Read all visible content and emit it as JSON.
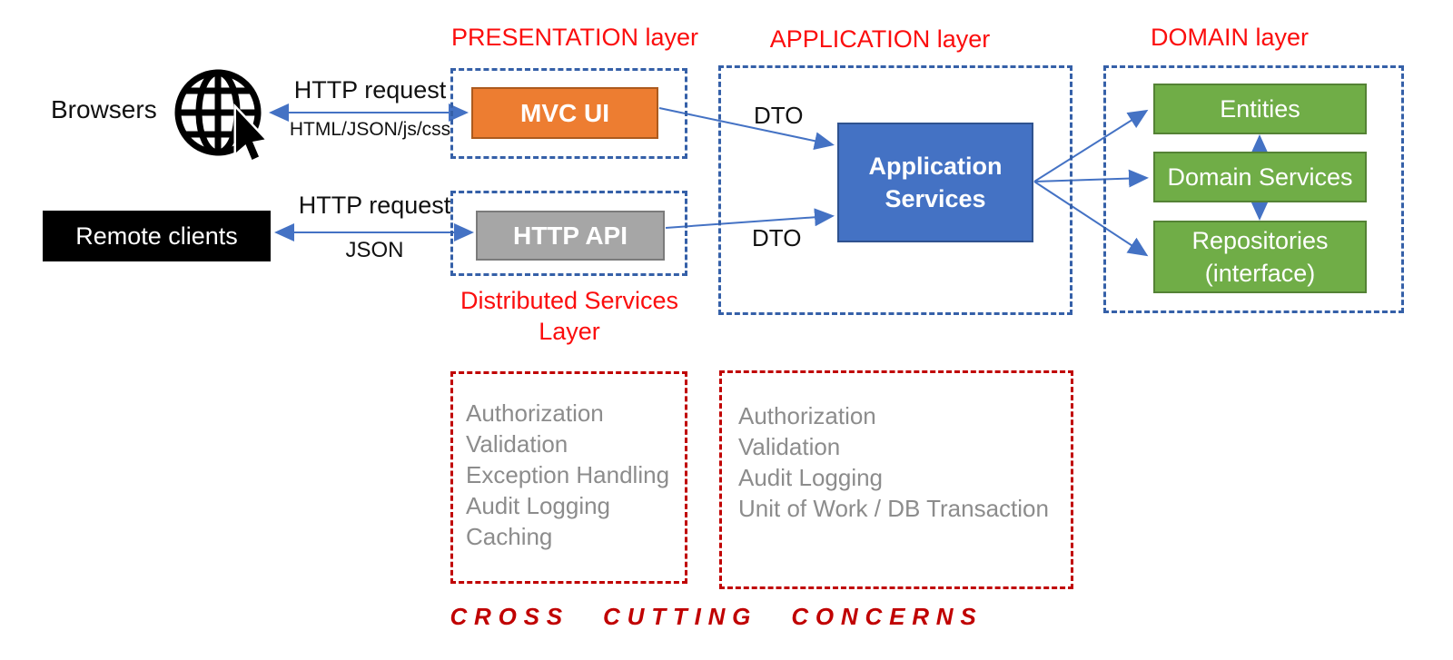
{
  "colors": {
    "layer_title_red": "#FB0D0D",
    "dashed_red": "#C00000",
    "dashed_blue": "#3560A8",
    "arrow_blue": "#4472C4",
    "mvc_orange": "#ED7D31",
    "api_gray": "#A6A6A6",
    "app_blue": "#4472C4",
    "domain_green": "#70AD47",
    "list_gray": "#8C8C8C"
  },
  "clients": {
    "browsers_label": "Browsers",
    "remote_label": "Remote clients",
    "top_arrow": {
      "label": "HTTP request",
      "sublabel": "HTML/JSON/js/css"
    },
    "bottom_arrow": {
      "label": "HTTP request",
      "sublabel": "JSON"
    }
  },
  "presentation": {
    "title": "PRESENTATION layer",
    "mvc_ui_label": "MVC UI",
    "http_api_label": "HTTP API",
    "distributed_title_line1": "Distributed Services",
    "distributed_title_line2": "Layer"
  },
  "application": {
    "title": "APPLICATION layer",
    "box_line1": "Application",
    "box_line2": "Services",
    "dto_top": "DTO",
    "dto_bottom": "DTO"
  },
  "domain": {
    "title": "DOMAIN layer",
    "entities_label": "Entities",
    "domain_services_label": "Domain Services",
    "repositories_line1": "Repositories",
    "repositories_line2": "(interface)"
  },
  "cross_cutting": {
    "left_items": [
      "Authorization",
      "Validation",
      "Exception Handling",
      "Audit Logging",
      "Caching"
    ],
    "right_items": [
      "Authorization",
      "Validation",
      "Audit Logging",
      "Unit of Work / DB Transaction"
    ],
    "footer": "CROSS CUTTING CONCERNS"
  }
}
